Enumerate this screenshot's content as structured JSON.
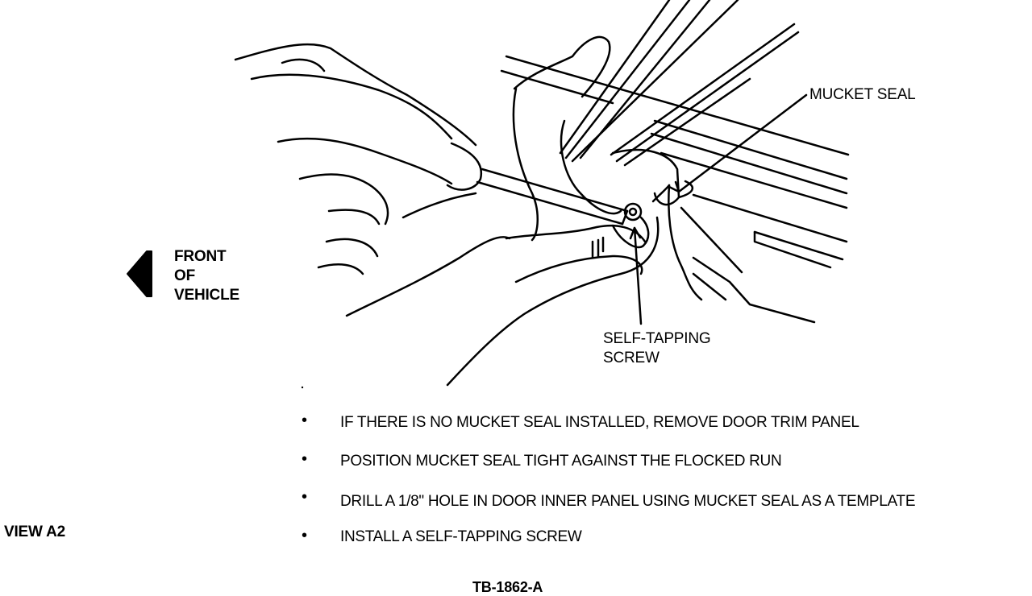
{
  "labels": {
    "mucket_seal": "MUCKET SEAL",
    "front_line1": "FRONT",
    "front_line2": "OF",
    "front_line3": "VEHICLE",
    "screw_line1": "SELF-TAPPING",
    "screw_line2": "SCREW"
  },
  "steps": [
    "IF THERE IS NO MUCKET SEAL INSTALLED, REMOVE DOOR TRIM PANEL",
    "POSITION MUCKET SEAL TIGHT AGAINST THE FLOCKED RUN",
    "DRILL A 1/8\" HOLE IN DOOR INNER PANEL USING MUCKET SEAL AS A TEMPLATE",
    "INSTALL A SELF-TAPPING SCREW"
  ],
  "bullet_symbol": "•",
  "view_label": "VIEW A2",
  "figure_code": "TB-1862-A"
}
